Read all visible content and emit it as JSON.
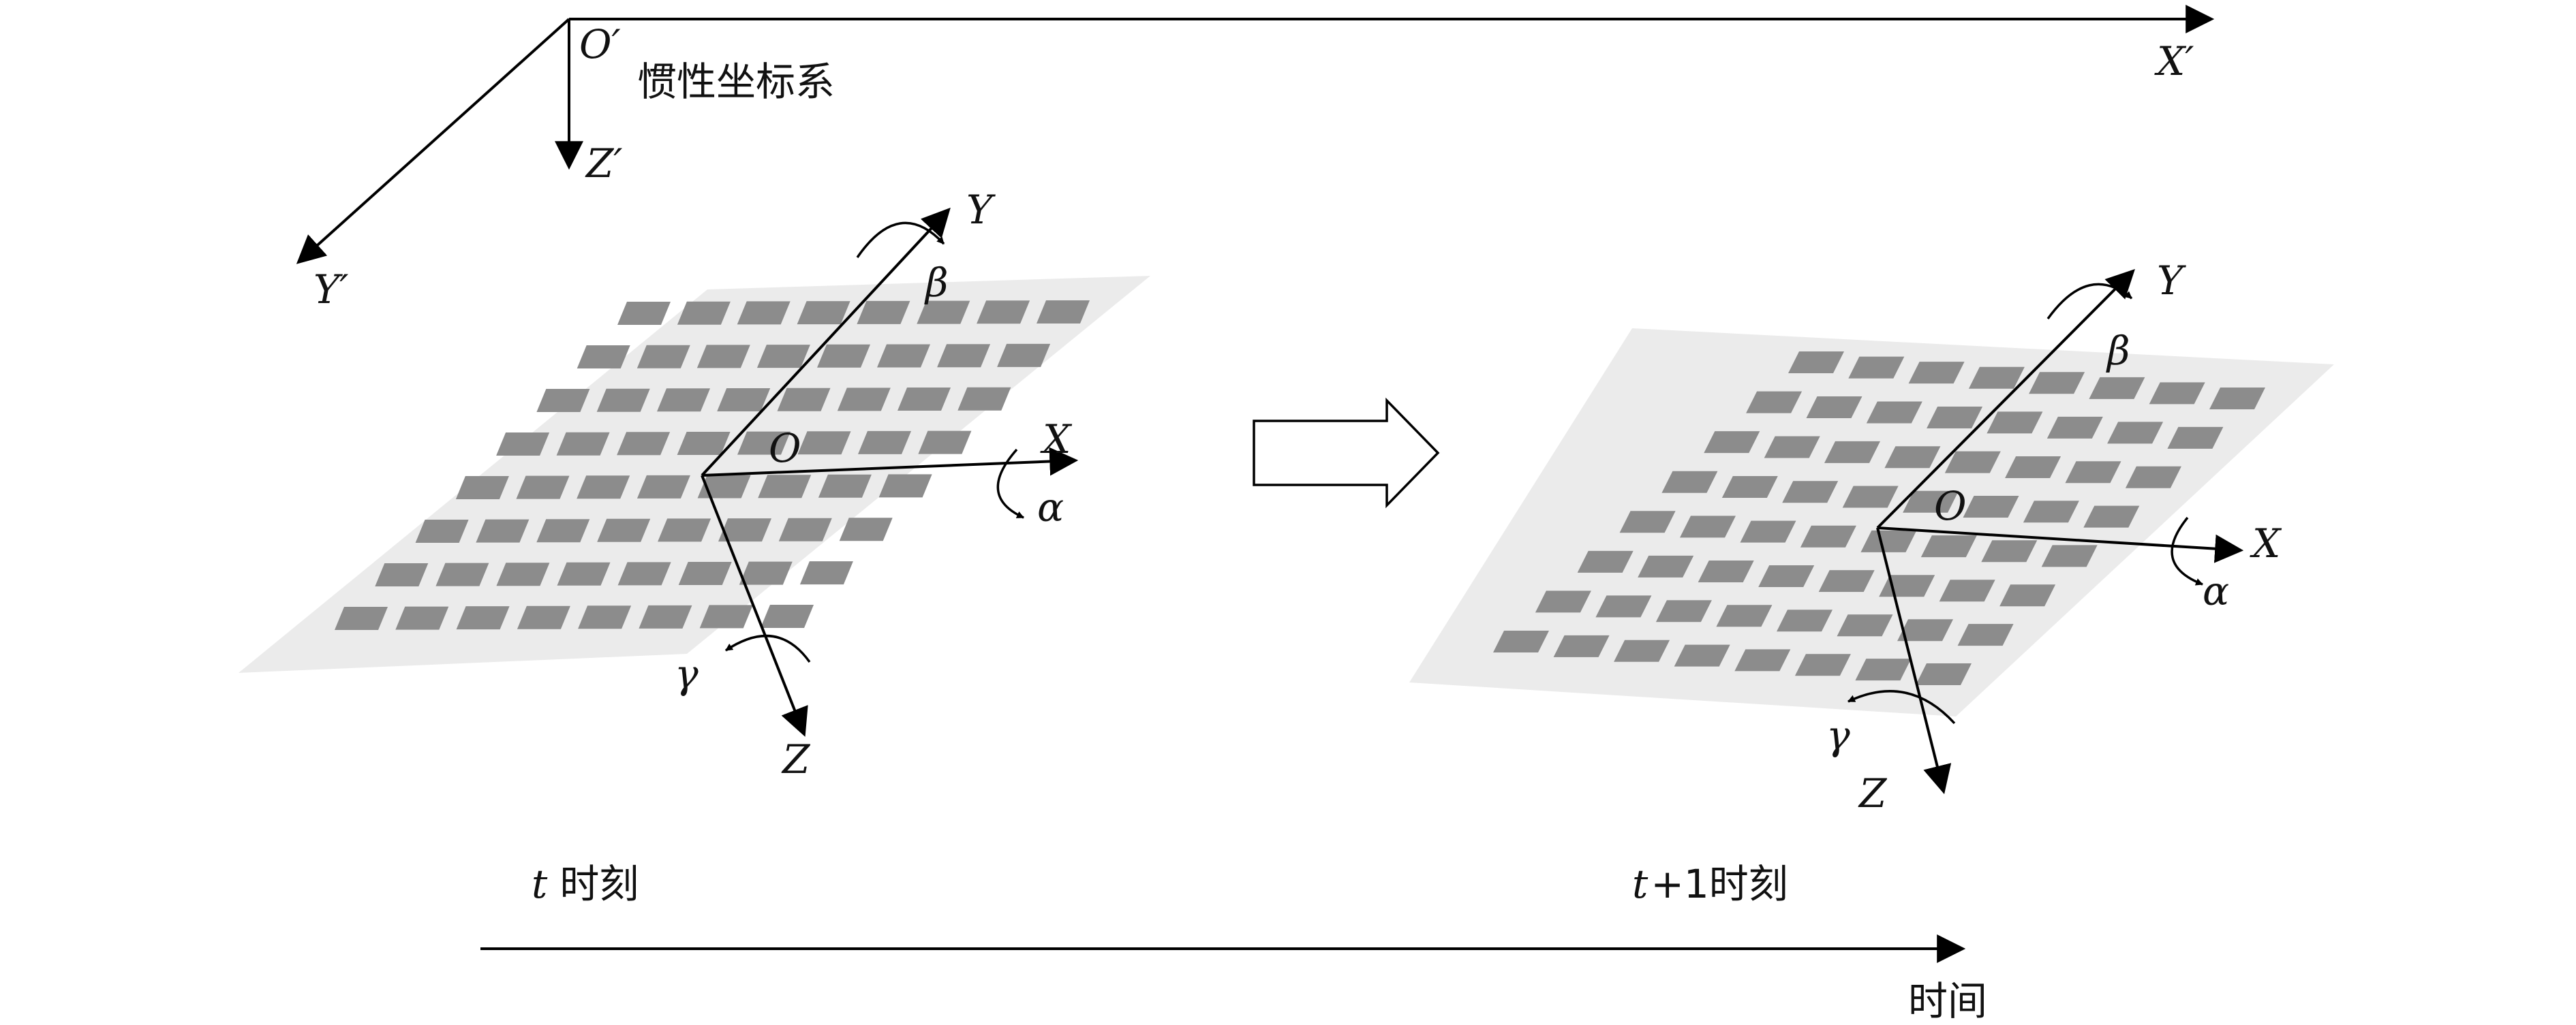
{
  "inertial": {
    "origin": "O′",
    "x_axis": "X′",
    "y_axis": "Y′",
    "z_axis": "Z′",
    "title": "惯性坐标系"
  },
  "array_t": {
    "origin": "O",
    "x_axis": "X",
    "y_axis": "Y",
    "z_axis": "Z",
    "alpha": "α",
    "beta": "β",
    "gamma": "γ",
    "caption_t": "t",
    "caption_rest": "时刻",
    "grid": {
      "rows": 8,
      "cols": 8
    }
  },
  "array_t1": {
    "origin": "O",
    "x_axis": "X",
    "y_axis": "Y",
    "z_axis": "Z",
    "alpha": "α",
    "beta": "β",
    "gamma": "γ",
    "caption_t": "t",
    "caption_rest": "+1时刻",
    "grid": {
      "rows": 8,
      "cols": 8
    }
  },
  "timeline": {
    "label": "时间"
  },
  "colors": {
    "plate": "#ebebeb",
    "element": "#8c8c8c",
    "ink": "#000000"
  }
}
